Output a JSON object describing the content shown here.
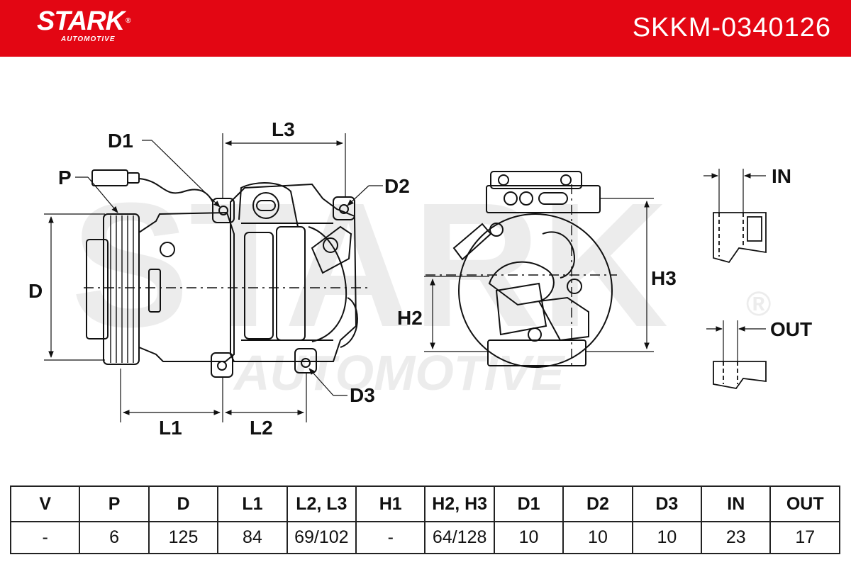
{
  "header": {
    "brand_name": "STARK",
    "brand_sub": "AUTOMOTIVE",
    "brand_mark": "®",
    "part_number": "SKKM-0340126",
    "brand_color": "#e30613"
  },
  "watermark": {
    "name": "STARK",
    "sub": "AUTOMOTIVE",
    "mark": "®"
  },
  "labels": {
    "P": "P",
    "D": "D",
    "D1": "D1",
    "D2": "D2",
    "D3": "D3",
    "L1": "L1",
    "L2": "L2",
    "L3": "L3",
    "H2": "H2",
    "H3": "H3",
    "IN": "IN",
    "OUT": "OUT"
  },
  "spec_table": {
    "headers": [
      "V",
      "P",
      "D",
      "L1",
      "L2, L3",
      "H1",
      "H2, H3",
      "D1",
      "D2",
      "D3",
      "IN",
      "OUT"
    ],
    "values": [
      "-",
      "6",
      "125",
      "84",
      "69/102",
      "-",
      "64/128",
      "10",
      "10",
      "10",
      "23",
      "17"
    ]
  }
}
